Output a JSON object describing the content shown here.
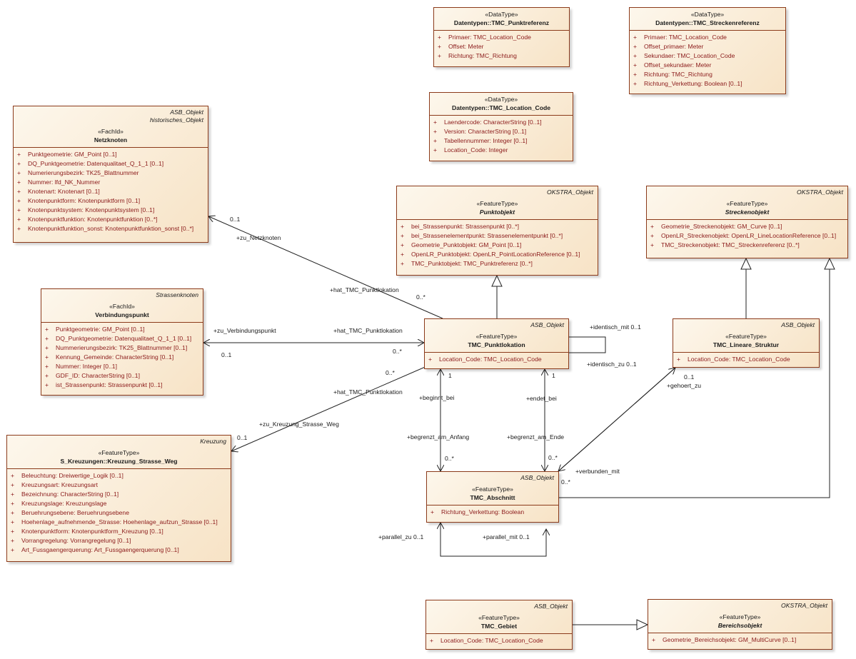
{
  "classes": {
    "punktref": {
      "stereotype": "«DataType»",
      "name": "Datentypen::TMC_Punktreferenz",
      "attrs": [
        {
          "vis": "+",
          "text": "Primaer: TMC_Location_Code"
        },
        {
          "vis": "+",
          "text": "Offset: Meter"
        },
        {
          "vis": "+",
          "text": "Richtung: TMC_Richtung"
        }
      ]
    },
    "streckenref": {
      "stereotype": "«DataType»",
      "name": "Datentypen::TMC_Streckenreferenz",
      "attrs": [
        {
          "vis": "+",
          "text": "Primaer: TMC_Location_Code"
        },
        {
          "vis": "+",
          "text": "Offset_primaer: Meter"
        },
        {
          "vis": "+",
          "text": "Sekundaer: TMC_Location_Code"
        },
        {
          "vis": "+",
          "text": "Offset_sekundaer: Meter"
        },
        {
          "vis": "+",
          "text": "Richtung: TMC_Richtung"
        },
        {
          "vis": "+",
          "text": "Richtung_Verkettung: Boolean [0..1]"
        }
      ]
    },
    "loccode": {
      "stereotype": "«DataType»",
      "name": "Datentypen::TMC_Location_Code",
      "attrs": [
        {
          "vis": "+",
          "text": "Laendercode: CharacterString [0..1]"
        },
        {
          "vis": "+",
          "text": "Version: CharacterString [0..1]"
        },
        {
          "vis": "+",
          "text": "Tabellennummer: Integer [0..1]"
        },
        {
          "vis": "+",
          "text": "Location_Code: Integer"
        }
      ]
    },
    "netzknoten": {
      "package": "ASB_Objekt",
      "package2": "historisches_Objekt",
      "stereotype": "«FachId»",
      "name": "Netzknoten",
      "attrs": [
        {
          "vis": "+",
          "text": "Punktgeometrie: GM_Point [0..1]"
        },
        {
          "vis": "+",
          "text": "DQ_Punktgeometrie: Datenqualitaet_Q_1_1 [0..1]"
        },
        {
          "vis": "+",
          "text": "Numerierungsbezirk: TK25_Blattnummer"
        },
        {
          "vis": "+",
          "text": "Nummer: lfd_NK_Nummer"
        },
        {
          "vis": "+",
          "text": "Knotenart: Knotenart [0..1]"
        },
        {
          "vis": "+",
          "text": "Knotenpunktform: Knotenpunktform [0..1]"
        },
        {
          "vis": "+",
          "text": "Knotenpunktsystem: Knotenpunktsystem [0..1]"
        },
        {
          "vis": "+",
          "text": "Knotenpunktfunktion: Knotenpunktfunktion [0..*]"
        },
        {
          "vis": "+",
          "text": "Knotenpunktfunktion_sonst: Knotenpunktfunktion_sonst [0..*]"
        }
      ]
    },
    "verbindungspunkt": {
      "package": "Strassenknoten",
      "stereotype": "«FachId»",
      "name": "Verbindungspunkt",
      "attrs": [
        {
          "vis": "+",
          "text": "Punktgeometrie: GM_Point [0..1]"
        },
        {
          "vis": "+",
          "text": "DQ_Punktgeometrie: Datenqualitaet_Q_1_1 [0..1]"
        },
        {
          "vis": "+",
          "text": "Nummerierungsbezirk: TK25_Blattnummer [0..1]"
        },
        {
          "vis": "+",
          "text": "Kennung_Gemeinde: CharacterString [0..1]"
        },
        {
          "vis": "+",
          "text": "Nummer: Integer [0..1]"
        },
        {
          "vis": "+",
          "text": "GDF_ID: CharacterString [0..1]"
        },
        {
          "vis": "+",
          "text": "ist_Strassenpunkt: Strassenpunkt [0..1]"
        }
      ]
    },
    "kreuzung": {
      "package": "Kreuzung",
      "stereotype": "«FeatureType»",
      "name": "S_Kreuzungen::Kreuzung_Strasse_Weg",
      "attrs": [
        {
          "vis": "+",
          "text": "Beleuchtung: Dreiwertige_Logik [0..1]"
        },
        {
          "vis": "+",
          "text": "Kreuzungsart: Kreuzungsart"
        },
        {
          "vis": "+",
          "text": "Bezeichnung: CharacterString [0..1]"
        },
        {
          "vis": "+",
          "text": "Kreuzungslage: Kreuzungslage"
        },
        {
          "vis": "+",
          "text": "Beruehrungsebene: Beruehrungsebene"
        },
        {
          "vis": "+",
          "text": "Hoehenlage_aufnehmende_Strasse: Hoehenlage_aufzun_Strasse [0..1]"
        },
        {
          "vis": "+",
          "text": "Knotenpunktform: Knotenpunktform_Kreuzung [0..1]"
        },
        {
          "vis": "+",
          "text": "Vorrangregelung: Vorrangregelung [0..1]"
        },
        {
          "vis": "+",
          "text": "Art_Fussgaengerquerung: Art_Fussgaengerquerung [0..1]"
        }
      ]
    },
    "punktobjekt": {
      "package": "OKSTRA_Objekt",
      "stereotype": "«FeatureType»",
      "name": "Punktobjekt",
      "attrs": [
        {
          "vis": "+",
          "text": "bei_Strassenpunkt: Strassenpunkt [0..*]"
        },
        {
          "vis": "+",
          "text": "bei_Strassenelementpunkt: Strassenelementpunkt [0..*]"
        },
        {
          "vis": "+",
          "text": "Geometrie_Punktobjekt: GM_Point [0..1]"
        },
        {
          "vis": "+",
          "text": "OpenLR_Punktobjekt: OpenLR_PointLocationReference [0..1]"
        },
        {
          "vis": "+",
          "text": "TMC_Punktobjekt: TMC_Punktreferenz [0..*]"
        }
      ]
    },
    "streckenobjekt": {
      "package": "OKSTRA_Objekt",
      "stereotype": "«FeatureType»",
      "name": "Streckenobjekt",
      "attrs": [
        {
          "vis": "+",
          "text": "Geometrie_Streckenobjekt: GM_Curve [0..1]"
        },
        {
          "vis": "+",
          "text": "OpenLR_Streckenobjekt: OpenLR_LineLocationReference [0..1]"
        },
        {
          "vis": "+",
          "text": "TMC_Streckenobjekt: TMC_Streckenreferenz [0..*]"
        }
      ]
    },
    "punktlokation": {
      "package": "ASB_Objekt",
      "stereotype": "«FeatureType»",
      "name": "TMC_Punktlokation",
      "attrs": [
        {
          "vis": "+",
          "text": "Location_Code: TMC_Location_Code"
        }
      ]
    },
    "lineare": {
      "package": "ASB_Objekt",
      "stereotype": "«FeatureType»",
      "name": "TMC_Lineare_Struktur",
      "attrs": [
        {
          "vis": "+",
          "text": "Location_Code: TMC_Location_Code"
        }
      ]
    },
    "abschnitt": {
      "package": "ASB_Objekt",
      "stereotype": "«FeatureType»",
      "name": "TMC_Abschnitt",
      "attrs": [
        {
          "vis": "+",
          "text": "Richtung_Verkettung: Boolean"
        }
      ]
    },
    "gebiet": {
      "package": "ASB_Objekt",
      "stereotype": "«FeatureType»",
      "name": "TMC_Gebiet",
      "attrs": [
        {
          "vis": "+",
          "text": "Location_Code: TMC_Location_Code"
        }
      ]
    },
    "bereichsobjekt": {
      "package": "OKSTRA_Objekt",
      "stereotype": "«FeatureType»",
      "name": "Bereichsobjekt",
      "attrs": [
        {
          "vis": "+",
          "text": "Geometrie_Bereichsobjekt: GM_MultiCurve [0..1]"
        }
      ]
    }
  },
  "labels": {
    "zu_netzknoten": "+zu_Netzknoten",
    "m_netz_01": "0..1",
    "hat_tmc_1": "+hat_TMC_Punktlokation",
    "m_hat1_many": "0..*",
    "zu_verbindungspunkt": "+zu_Verbindungspunkt",
    "m_verb_01": "0..1",
    "hat_tmc_2": "+hat_TMC_Punktlokation",
    "m_hat2_many": "0..*",
    "hat_tmc_3": "+hat_TMC_Punktlokation",
    "m_hat3_many": "0..*",
    "zu_kreuzung": "+zu_Kreuzung_Strasse_Weg",
    "m_kreuz_01": "0..1",
    "identisch_mit": "+identisch_mit 0..1",
    "identisch_zu": "+identisch_zu 0..1",
    "m_beg_1": "1",
    "beginnt_bei": "+beginnt_bei",
    "begrenzt_am_anfang": "+begrenzt_am_Anfang",
    "m_beg_many": "0..*",
    "m_end_1": "1",
    "endet_bei": "+endet_bei",
    "begrenzt_am_ende": "+begrenzt_am_Ende",
    "m_end_many": "0..*",
    "m_lin_01": "0..1",
    "gehoert_zu": "+gehoert_zu",
    "verbunden_mit": "+verbunden_mit",
    "m_verbunden_many": "0..*",
    "parallel_zu": "+parallel_zu 0..1",
    "parallel_mit": "+parallel_mit 0..1"
  },
  "colors": {
    "border": "#8b3a1a",
    "fill_top": "#fdf7ec",
    "fill_bottom": "#f7e3c6",
    "attr_text": "#8b1a1a",
    "line": "#222222"
  }
}
